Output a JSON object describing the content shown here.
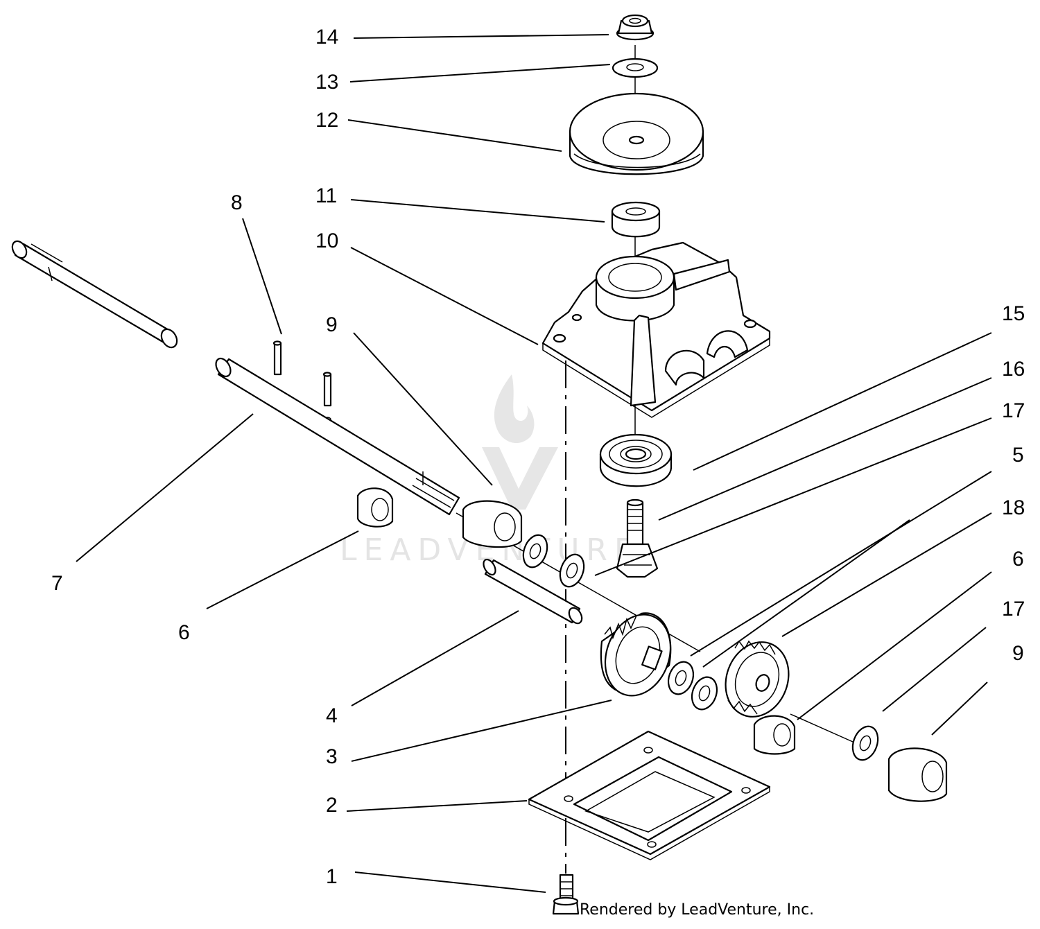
{
  "callouts": {
    "c14": "14",
    "c13": "13",
    "c12": "12",
    "c11": "11",
    "c10": "10",
    "c8": "8",
    "c9a": "9",
    "c7": "7",
    "c6a": "6",
    "c4": "4",
    "c3": "3",
    "c2": "2",
    "c1": "1",
    "c15": "15",
    "c16": "16",
    "c17a": "17",
    "c5": "5",
    "c18": "18",
    "c6b": "6",
    "c17b": "17",
    "c9b": "9"
  },
  "watermark": {
    "text": "LEADVENTURE"
  },
  "credit": "Rendered by LeadVenture, Inc."
}
